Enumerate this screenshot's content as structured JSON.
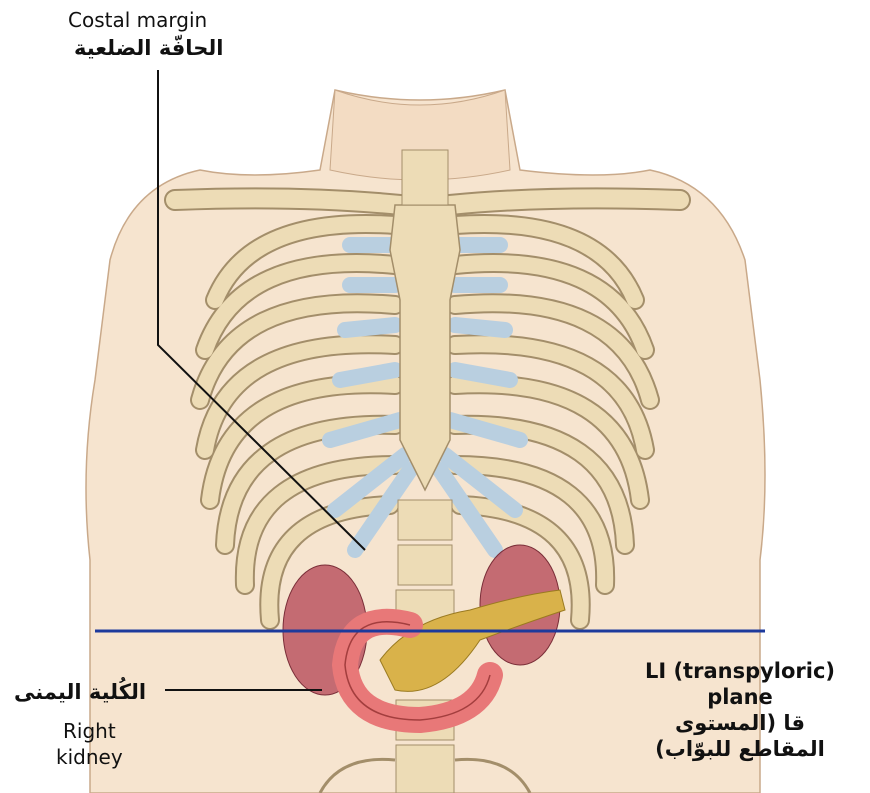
{
  "labels": {
    "costal_margin_en": "Costal margin",
    "costal_margin_ar": "الحافّة الضلعية",
    "right_kidney_ar": "الكُلية اليمنى",
    "right_kidney_en_line1": "Right",
    "right_kidney_en_line2": "kidney",
    "plane_en_line1": "LI (transpyloric)",
    "plane_en_line2": "plane",
    "plane_ar_line1": "قا (المستوى",
    "plane_ar_line2": "المقاطع للبوّاب)"
  },
  "colors": {
    "skin": "#f6e4cf",
    "bone": "#eddcb6",
    "bone_outline": "#a38e6a",
    "cartilage": "#b9cfe0",
    "kidney": "#b84c5a",
    "duodenum": "#e87878",
    "pancreas": "#d9b24a",
    "plane_line": "#1d3a9c"
  }
}
